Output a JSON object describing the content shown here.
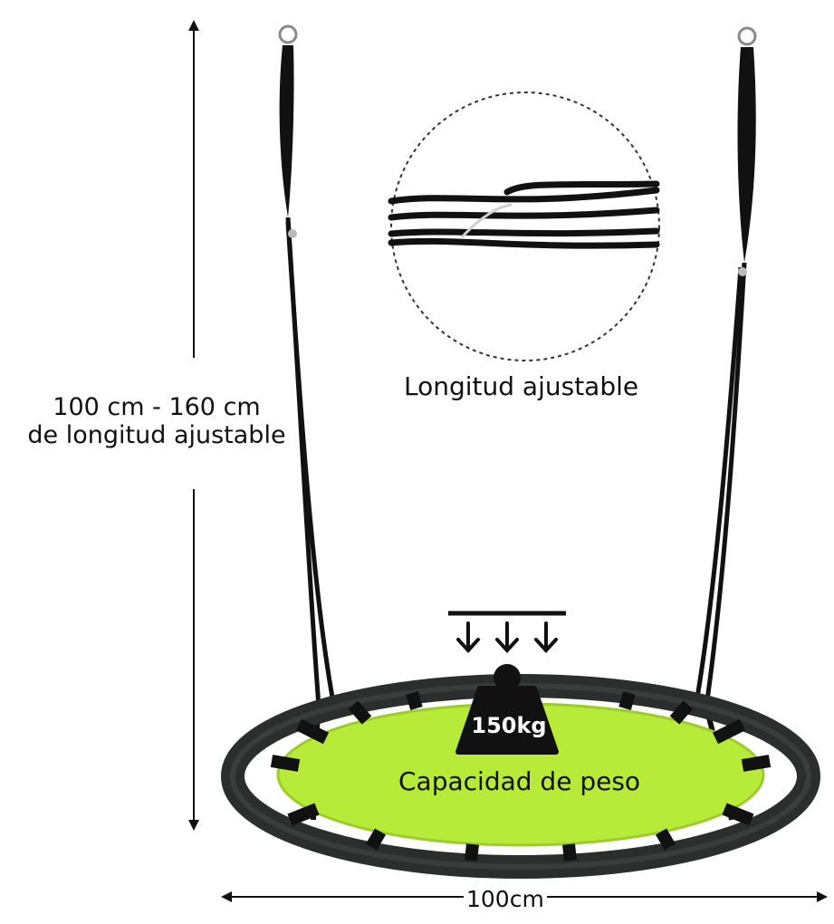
{
  "labels": {
    "height_range": "100 cm - 160 cm",
    "height_caption": "de longitud ajustable",
    "detail_caption": "Longitud ajustable",
    "weight_value": "150kg",
    "capacity_caption": "Capacidad de peso",
    "width_value": "100cm"
  },
  "colors": {
    "seat_fabric": "#b8ea3a",
    "frame": "#2b2e2c",
    "rope": "#111111",
    "weight_icon": "#111111"
  },
  "icons": [
    "weight-icon",
    "down-arrow-icon",
    "swing-illustration"
  ]
}
